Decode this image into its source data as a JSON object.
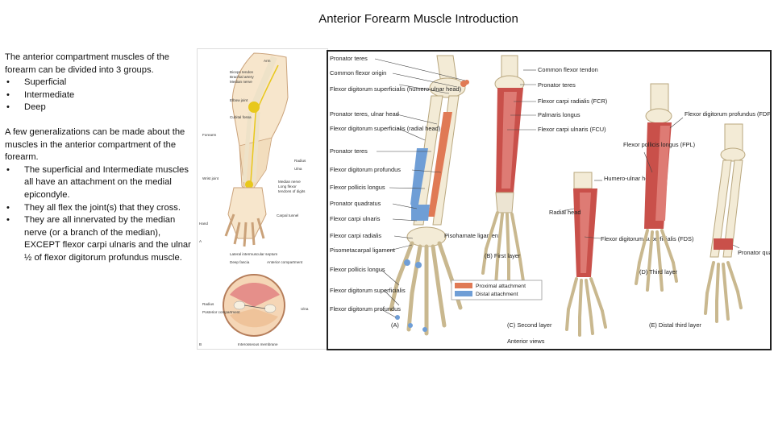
{
  "slide": {
    "title": "Anterior Forearm Muscle Introduction"
  },
  "left_text": {
    "intro": "The anterior compartment muscles of the forearm can be divided into 3 groups.",
    "groups": [
      "Superficial",
      "Intermediate",
      "Deep"
    ],
    "generalizations_intro": "A few generalizations can be made about the muscles in the anterior compartment of the forearm.",
    "generalizations": [
      "The superficial and Intermediate muscles all have an attachment on the medial epicondyle.",
      "They all flex the joint(s) that they cross.",
      "They are all innervated by the median nerve (or a branch of the median), EXCEPT flexor carpi ulnaris and the ulnar ½ of flexor digitorum profundus muscle."
    ]
  },
  "figure_left": {
    "labels": {
      "arm": "Arm",
      "biceps_tendon": "Biceps tendon",
      "brachial_artery": "Brachial artery",
      "median_nerve": "Median nerve",
      "elbow_joint": "Elbow joint",
      "cubital_fossa": "Cubital fossa",
      "forearm": "Forearm",
      "radius": "Radius",
      "ulna": "Ulna",
      "wrist_joint": "Wrist joint",
      "median_nerve_2": "Median nerve",
      "long_flexor": "Long flexor",
      "tendons_of_digits": "tendons of digits",
      "hand": "Hand",
      "carpal_tunnel": "Carpal tunnel",
      "panel_a": "A",
      "lateral_septum": "Lateral intermuscular septum",
      "deep_fascia": "Deep fascia",
      "anterior_compartment": "Anterior compartment",
      "radius_b": "Radius",
      "posterior_compartment": "Posterior compartment",
      "ulna_b": "Ulna",
      "interosseous_membrane": "Interosseous membrane",
      "panel_b": "B"
    }
  },
  "figure_main": {
    "panel_a_labels": [
      "Pronator teres",
      "Common flexor origin",
      "Flexor digitorum superficialis (humero-ulnar head)",
      "Pronator teres, ulnar head",
      "Flexor digitorum superficialis (radial head)",
      "Pronator teres",
      "Flexor digitorum profundus",
      "Flexor pollicis longus",
      "Pronator quadratus",
      "Flexor carpi ulnaris",
      "Flexor carpi radialis",
      "Pisometacarpal ligament",
      "Flexor pollicis longus",
      "Flexor digitorum superficialis",
      "Flexor digitorum profundus"
    ],
    "pisohamate": "Pisohamate ligament",
    "panel_b_labels": [
      "Common flexor tendon",
      "Pronator teres",
      "Flexor carpi radialis (FCR)",
      "Palmaris longus",
      "Flexor carpi ulnaris (FCU)"
    ],
    "panel_c_labels": [
      "Humero-ulnar head",
      "Radial head",
      "Flexor digitorum superficialis (FDS)"
    ],
    "panel_d_labels": [
      "Flexor digitorum profundus (FDP)",
      "Flexor pollicis longus (FPL)"
    ],
    "panel_e_labels": [
      "Pronator quadratus"
    ],
    "legend": {
      "proximal": "Proximal attachment",
      "distal": "Distal attachment",
      "proximal_color": "#e07a55",
      "distal_color": "#6f9ed6"
    },
    "captions": {
      "a": "(A)",
      "b": "(B) First layer",
      "c": "(C) Second layer",
      "d": "(D) Third layer",
      "e": "(E) Distal third layer",
      "views": "Anterior views"
    }
  }
}
